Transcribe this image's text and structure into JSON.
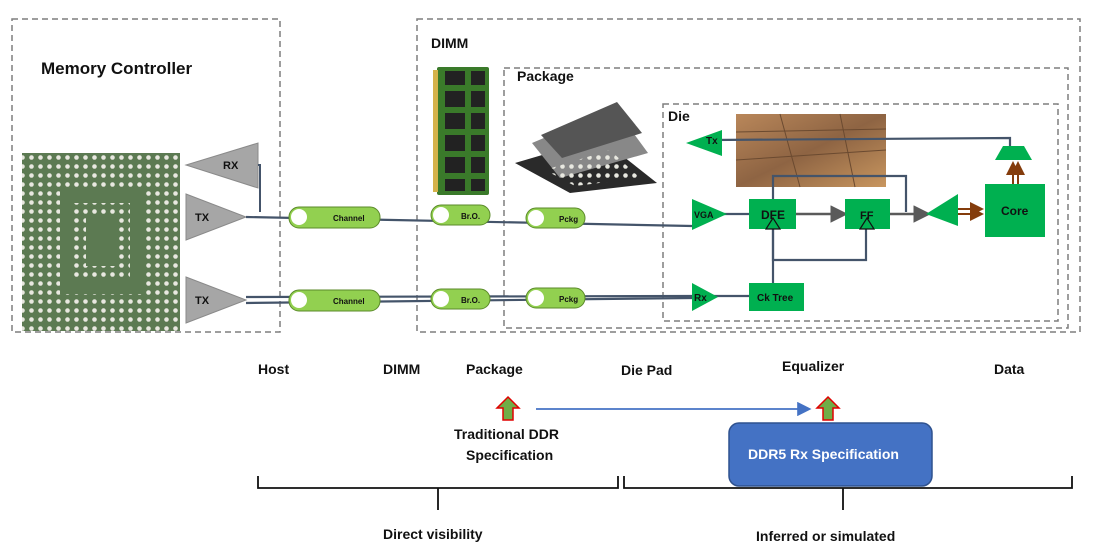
{
  "boxes": {
    "memory_controller": "Memory Controller",
    "dimm": "DIMM",
    "package": "Package",
    "die": "Die"
  },
  "controller": {
    "rx": "RX",
    "tx_top": "TX",
    "tx_bottom": "TX"
  },
  "pills": {
    "channel": "Channel",
    "branch_out": "Br.O.",
    "package": "Pckg"
  },
  "die_blocks": {
    "tx": "Tx",
    "vga": "VGA",
    "dfe": "DFE",
    "ff": "FF",
    "core": "Core",
    "rx": "Rx",
    "ck_tree": "Ck Tree"
  },
  "stages": [
    "Host",
    "DIMM",
    "Package",
    "Die Pad",
    "Equalizer",
    "Data"
  ],
  "specs": {
    "traditional_line1": "Traditional DDR",
    "traditional_line2": "Specification",
    "ddr5": "DDR5 Rx Specification"
  },
  "brackets": {
    "left": "Direct visibility",
    "right": "Inferred or simulated"
  },
  "colors": {
    "green_block": "#00b050",
    "pill_green": "#92d050",
    "gray_triangle": "#a6a6a6",
    "wire": "#44546a",
    "arrow_blue": "#4472c4",
    "spec_box": "#4472c4",
    "dashed_border": "#7f7f7f",
    "brown_arrow": "#843c0c"
  }
}
